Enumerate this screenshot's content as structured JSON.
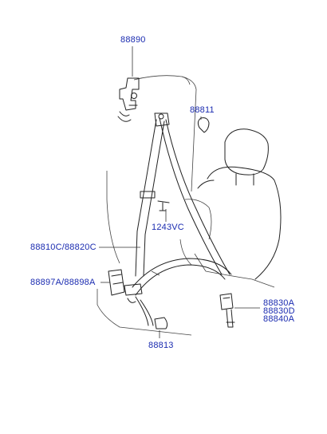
{
  "diagram": {
    "labels": [
      "88890",
      "88811",
      "1243VC",
      "88810C/88820C",
      "88897A/88898A",
      "88830A",
      "88830D",
      "88840A",
      "88813"
    ]
  }
}
